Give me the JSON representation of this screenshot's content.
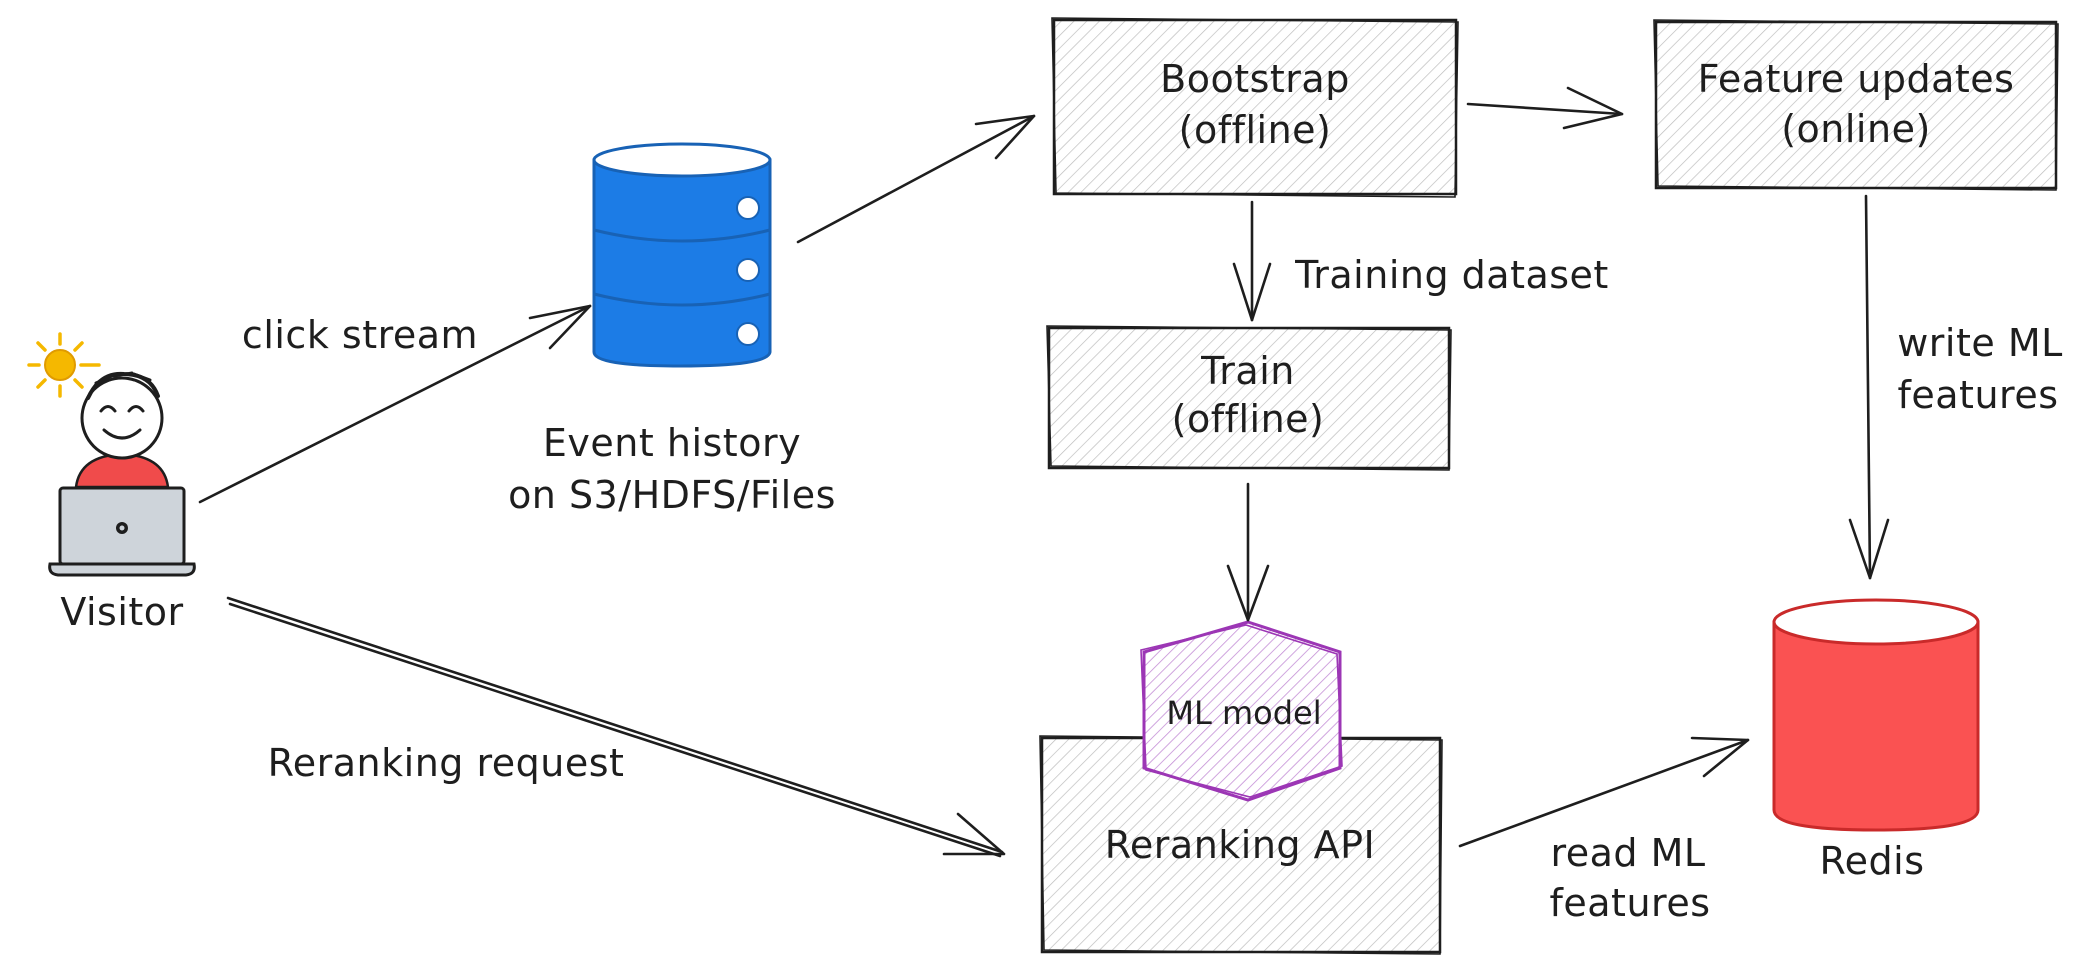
{
  "nodes": {
    "visitor": {
      "label": "Visitor"
    },
    "event_history": {
      "label_line1": "Event history",
      "label_line2": "on S3/HDFS/Files"
    },
    "bootstrap": {
      "label_line1": "Bootstrap",
      "label_line2": "(offline)"
    },
    "feature_updates": {
      "label_line1": "Feature updates",
      "label_line2": "(online)"
    },
    "train": {
      "label_line1": "Train",
      "label_line2": "(offline)"
    },
    "ml_model": {
      "label": "ML model"
    },
    "reranking_api": {
      "label": "Reranking API"
    },
    "redis": {
      "label": "Redis"
    }
  },
  "edges": {
    "click_stream": {
      "label": "click stream"
    },
    "training_dataset": {
      "label": "Training dataset"
    },
    "write_ml_features": {
      "label_line1": "write ML",
      "label_line2": "features"
    },
    "reranking_request": {
      "label": "Reranking request"
    },
    "read_ml_features": {
      "label_line1": "read ML",
      "label_line2": "features"
    }
  },
  "colors": {
    "stroke": "#1e1e1e",
    "hatch": "#bdbdbd",
    "database_fill": "#1c7ce6",
    "database_stroke": "#1862b5",
    "redis_fill": "#fa5252",
    "redis_stroke": "#c92a2a",
    "model_stroke": "#9c36b5",
    "sun": "#f5b800",
    "visitor_shirt": "#f04b4b",
    "laptop": "#ced4da"
  }
}
